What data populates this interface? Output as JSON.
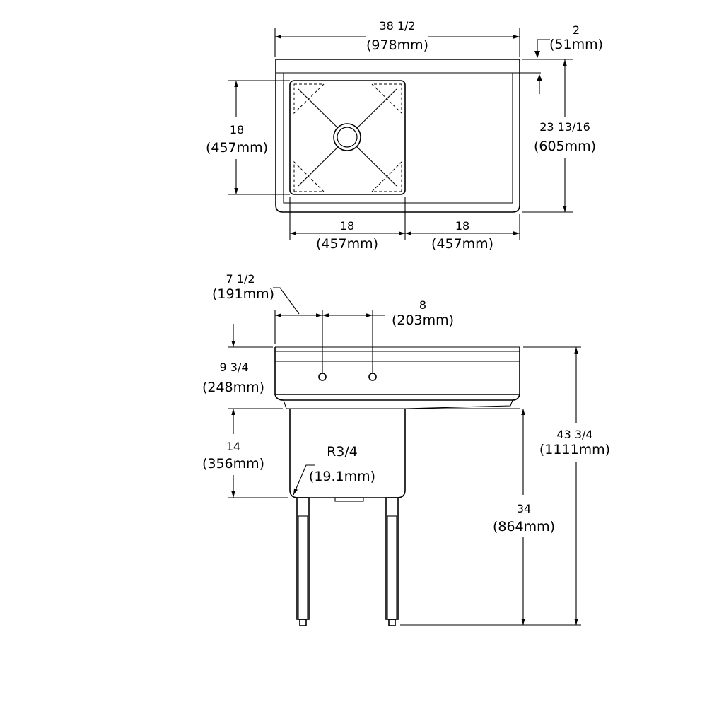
{
  "top_view": {
    "overall_width": {
      "inch": "38 1/2",
      "mm": "(978mm)"
    },
    "backsplash_depth": {
      "inch": "2",
      "mm": "(51mm)"
    },
    "bowl_depth": {
      "inch": "18",
      "mm": "(457mm)"
    },
    "overall_depth": {
      "inch": "23 13/16",
      "mm": "(605mm)"
    },
    "bowl_width": {
      "inch": "18",
      "mm": "(457mm)"
    },
    "drainboard_width": {
      "inch": "18",
      "mm": "(457mm)"
    }
  },
  "side_view": {
    "faucet_offset": {
      "inch": "7 1/2",
      "mm": "(191mm)"
    },
    "faucet_spacing": {
      "inch": "8",
      "mm": "(203mm)"
    },
    "backsplash_height": {
      "inch": "9 3/4",
      "mm": "(248mm)"
    },
    "bowl_height": {
      "inch": "14",
      "mm": "(356mm)"
    },
    "corner_radius": {
      "inch": "R3/4",
      "mm": "(19.1mm)"
    },
    "overall_height": {
      "inch": "43 3/4",
      "mm": "(1111mm)"
    },
    "work_height": {
      "inch": "34",
      "mm": "(864mm)"
    }
  }
}
